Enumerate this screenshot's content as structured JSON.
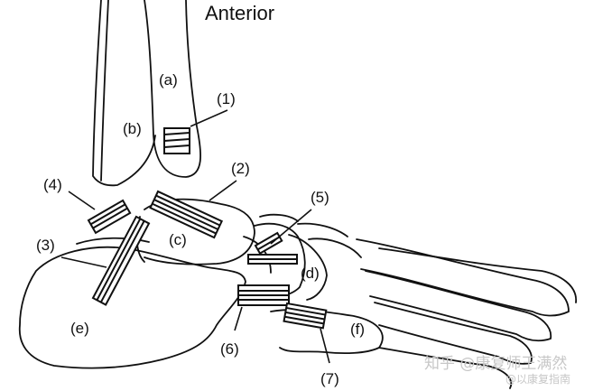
{
  "title": "Anterior",
  "bone_labels": {
    "a": "(a)",
    "b": "(b)",
    "c": "(c)",
    "d": "(d)",
    "e": "(e)",
    "f": "(f)"
  },
  "ligament_labels": {
    "l1": "(1)",
    "l2": "(2)",
    "l3": "(3)",
    "l4": "(4)",
    "l5": "(5)",
    "l6": "(6)",
    "l7": "(7)"
  },
  "watermark": {
    "text": "知乎 @康复师王满然",
    "line2": "@以康复指南"
  }
}
